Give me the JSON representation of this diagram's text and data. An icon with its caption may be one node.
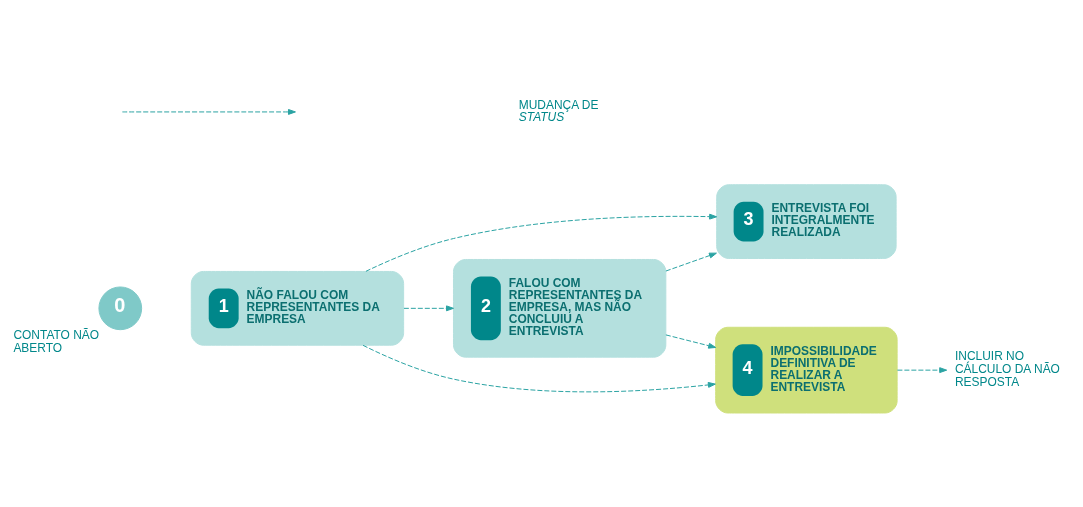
{
  "diagram": {
    "nodes": [
      {
        "text": [
          "0"
        ],
        "beside": [
          "CONTATO NÃO ABERTO"
        ]
      },
      {
        "text": [
          "1",
          "NÃO FALOU COM REPRESENTANTES DA EMPRESA"
        ]
      },
      {
        "text": [
          "2",
          "FALOU COM REPRESENTANTES DA EMPRESA, MAS NÃO CONCLUIU A ENTREVISTA"
        ]
      },
      {
        "text": [
          "3",
          "ENTREVISTA FOI INTEGRALMENTE REALIZADA"
        ]
      },
      {
        "text": [
          "4",
          "IMPOSSIBILIDADE DEFINITIVA DE REALIZAR A ENTREVISTA"
        ]
      },
      {
        "text": [
          "INCLUIR NO CÁLCULO DA NÃO RESPOSTA"
        ]
      }
    ],
    "edges": [
      {
        "from": 1,
        "to": 2,
        "arrow": "to",
        "style": "dashed"
      },
      {
        "from": 1,
        "to": 3,
        "arrow": "to",
        "style": "dashed"
      },
      {
        "from": 2,
        "to": 3,
        "arrow": "to",
        "style": "dashed"
      },
      {
        "from": 2,
        "to": 4,
        "arrow": "to",
        "style": "dashed"
      },
      {
        "from": 1,
        "to": 4,
        "arrow": "to",
        "style": "dashed"
      },
      {
        "from": 4,
        "to": 5,
        "arrow": "to",
        "style": "dashed"
      }
    ],
    "legend": [
      {
        "text": "MUDANÇA DE *STATUS*"
      }
    ]
  }
}
